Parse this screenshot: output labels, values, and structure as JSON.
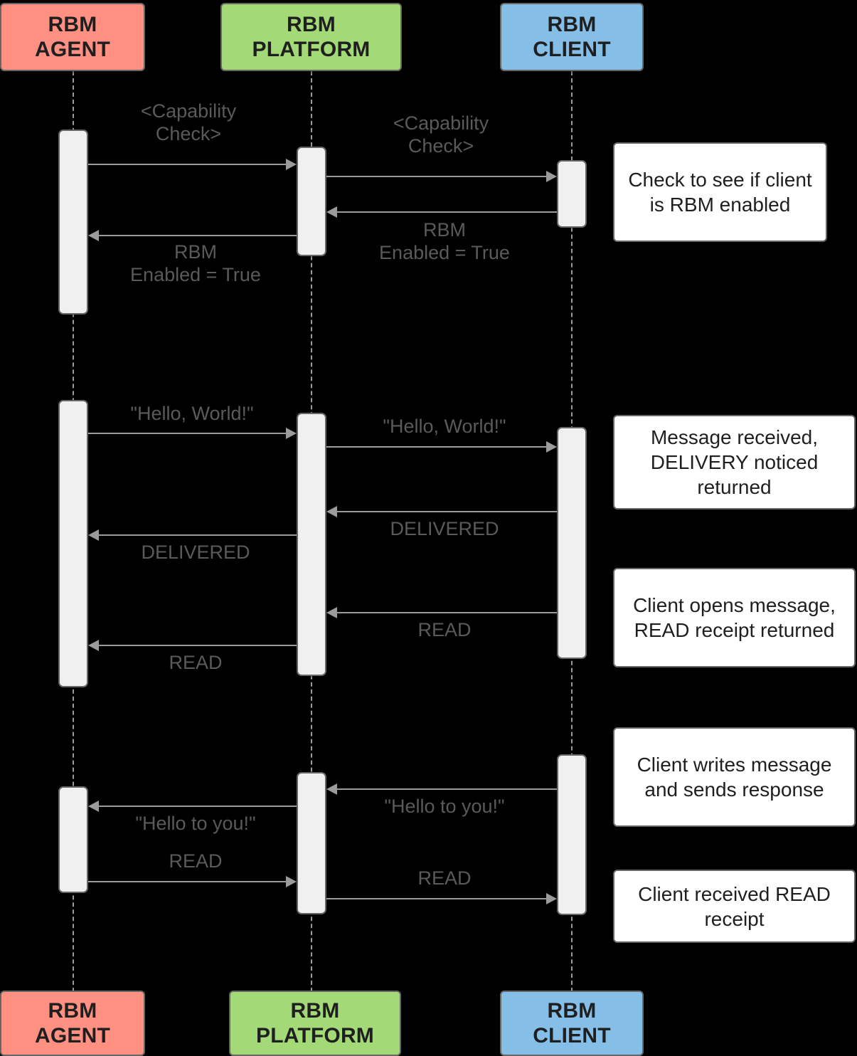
{
  "diagram": {
    "title": "RBM message flow sequence diagram",
    "type": "sequence-diagram",
    "background_color": "#000000"
  },
  "actors": [
    {
      "id": "agent",
      "line1": "RBM",
      "line2": "AGENT",
      "color": "#FF9082"
    },
    {
      "id": "platform",
      "line1": "RBM",
      "line2": "PLATFORM",
      "color": "#A3D977"
    },
    {
      "id": "client",
      "line1": "RBM",
      "line2": "CLIENT",
      "color": "#85BFE8"
    }
  ],
  "messages": [
    {
      "id": "m1",
      "from": "agent",
      "to": "platform",
      "label": "<Capability\nCheck>"
    },
    {
      "id": "m2",
      "from": "platform",
      "to": "client",
      "label": "<Capability\nCheck>"
    },
    {
      "id": "m3",
      "from": "client",
      "to": "platform",
      "label": "RBM\nEnabled = True"
    },
    {
      "id": "m4",
      "from": "platform",
      "to": "agent",
      "label": "RBM\nEnabled = True"
    },
    {
      "id": "m5",
      "from": "agent",
      "to": "platform",
      "label": "\"Hello, World!\""
    },
    {
      "id": "m6",
      "from": "platform",
      "to": "client",
      "label": "\"Hello, World!\""
    },
    {
      "id": "m7",
      "from": "client",
      "to": "platform",
      "label": "DELIVERED"
    },
    {
      "id": "m8",
      "from": "platform",
      "to": "agent",
      "label": "DELIVERED"
    },
    {
      "id": "m9",
      "from": "client",
      "to": "platform",
      "label": "READ"
    },
    {
      "id": "m10",
      "from": "platform",
      "to": "agent",
      "label": "READ"
    },
    {
      "id": "m11",
      "from": "client",
      "to": "platform",
      "label": "\"Hello to you!\""
    },
    {
      "id": "m12",
      "from": "platform",
      "to": "agent",
      "label": "\"Hello to you!\""
    },
    {
      "id": "m13",
      "from": "agent",
      "to": "platform",
      "label": "READ"
    },
    {
      "id": "m14",
      "from": "platform",
      "to": "client",
      "label": "READ"
    }
  ],
  "notes": [
    {
      "id": "n1",
      "text": "Check to see if client is RBM enabled"
    },
    {
      "id": "n2",
      "text": "Message received, DELIVERY noticed returned"
    },
    {
      "id": "n3",
      "text": "Client opens message, READ receipt returned"
    },
    {
      "id": "n4",
      "text": "Client writes message and sends response"
    },
    {
      "id": "n5",
      "text": "Client received READ receipt"
    }
  ]
}
